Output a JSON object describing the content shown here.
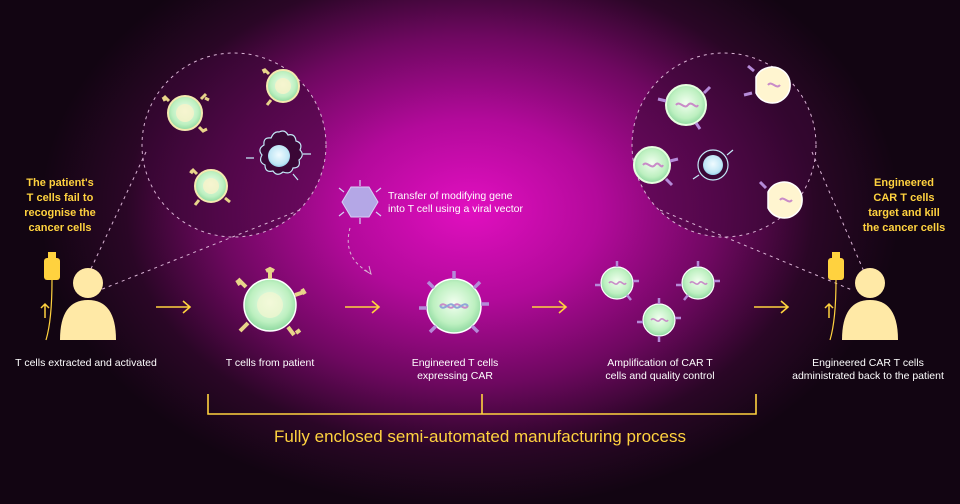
{
  "left_callout": "The patient's\nT cells fail to\nrecognise the\ncancer cells",
  "right_callout": "Engineered\nCAR T cells\ntarget and kill\nthe cancer cells",
  "vector_note": "Transfer of modifying gene\ninto T cell using a viral vector",
  "steps": [
    "T cells extracted and activated",
    "T cells from patient",
    "Engineered T cells\nexpressing CAR",
    "Amplification of CAR T\ncells and quality control",
    "Engineered CAR T cells\nadministrated back to the patient"
  ],
  "process_label": "Fully enclosed semi-automated manufacturing process",
  "colors": {
    "accent": "#ffd23f",
    "cell_fill": "#c9f2c4",
    "receptor": "#e8d48a",
    "car_receptor": "#b58ad8",
    "cancer_fill": "#c3e8f7",
    "vector": "#b4a7e6",
    "text": "#ffffff"
  }
}
